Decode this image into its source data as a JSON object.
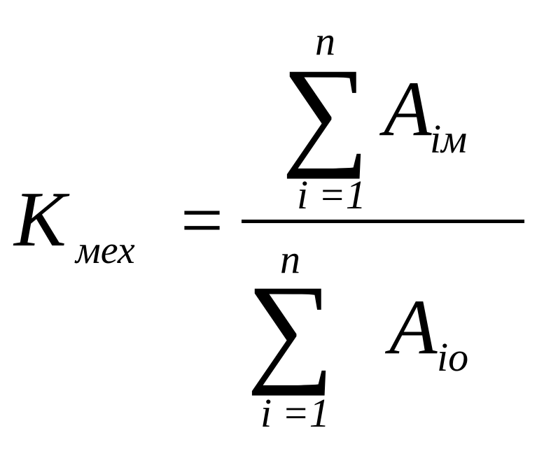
{
  "formula": {
    "lhs": {
      "variable": "K",
      "subscript": "мех"
    },
    "equals": "=",
    "numerator": {
      "sum_symbol": "∑",
      "upper_limit": "n",
      "lower_limit": "i =1",
      "term": "A",
      "term_subscript": "iм"
    },
    "denominator": {
      "sum_symbol": "∑",
      "upper_limit": "n",
      "lower_limit": "i =1",
      "term": "A",
      "term_subscript": "io"
    }
  }
}
